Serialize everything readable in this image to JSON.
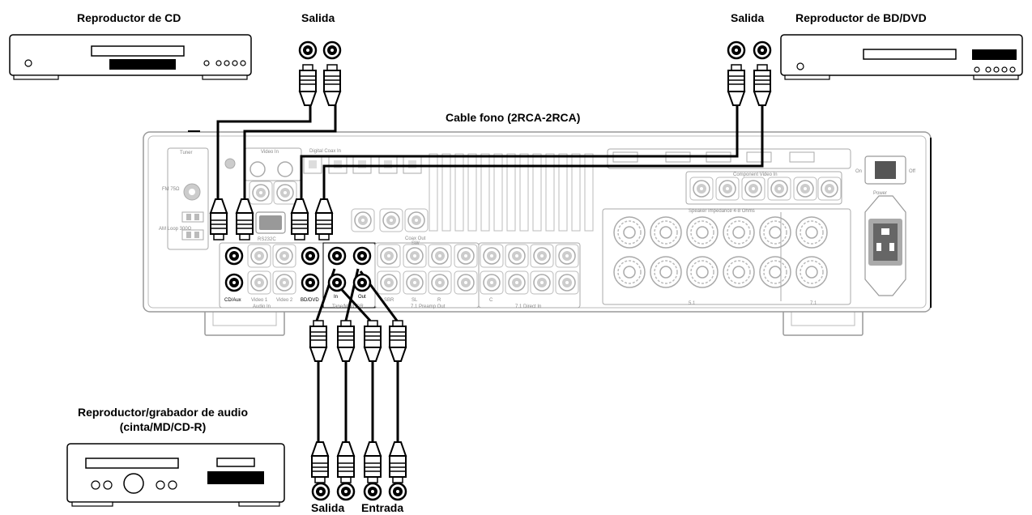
{
  "labels": {
    "cd_player": "Reproductor de CD",
    "bd_player": "Reproductor de BD/DVD",
    "output_cd": "Salida",
    "output_bd": "Salida",
    "cable": "Cable fono (2RCA-2RCA)",
    "audio_recorder_line1": "Reproductor/grabador de audio",
    "audio_recorder_line2": "(cinta/MD/CD-R)",
    "output_bottom": "Salida",
    "input_bottom": "Entrada"
  },
  "panel": {
    "tuner": "Tuner",
    "video_in": "Video In",
    "digital_coax_in": "Digital Coax In",
    "coax_out": "Coax Out",
    "component_video_in": "Component Video In",
    "speaker_impedance": "Speaker Impedance 4-8 Ohms",
    "rs232c": "RS232C",
    "power": "Power",
    "audio_in": "Audio In",
    "tape_md_cdr": "Tape/MD/CDR",
    "preamp_out": "7.1 Preamp Out",
    "direct_in": "7.1 Direct In",
    "cd_aux": "CD/Aux",
    "video1": "Video 1",
    "video2": "Video 2",
    "bd_dvd": "BD/DVD",
    "in": "In",
    "out": "Out",
    "fm": "FM 75Ω",
    "am": "AM Loop 300Ω",
    "sbr": "SBR",
    "sl": "SL",
    "r": "R",
    "sw": "SW",
    "c": "C",
    "ch51": "5.1",
    "ch71": "7.1",
    "on": "On",
    "off": "Off"
  }
}
